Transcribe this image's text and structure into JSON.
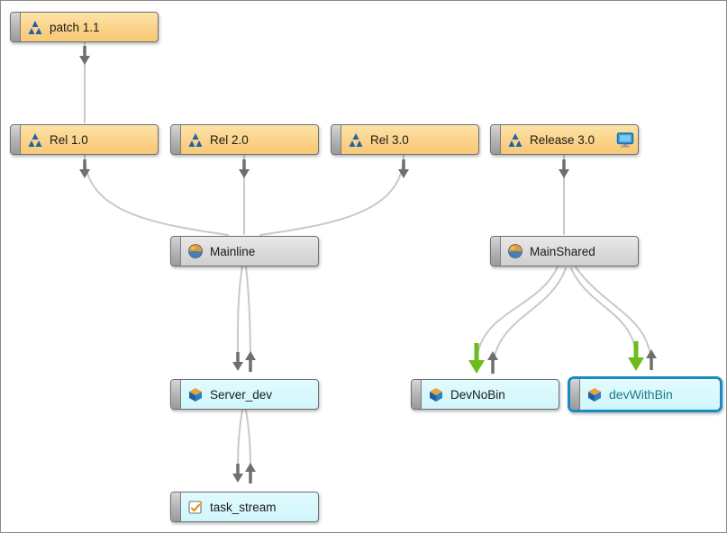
{
  "app": {
    "view": "Perforce stream graph"
  },
  "nodes": {
    "patch11": {
      "label": "patch 1.1",
      "type": "release"
    },
    "rel10": {
      "label": "Rel 1.0",
      "type": "release"
    },
    "rel20": {
      "label": "Rel 2.0",
      "type": "release"
    },
    "rel30": {
      "label": "Rel 3.0",
      "type": "release"
    },
    "release30": {
      "label": "Release 3.0",
      "type": "release",
      "badge": "workspace-monitor"
    },
    "mainline": {
      "label": "Mainline",
      "type": "mainline"
    },
    "mainshared": {
      "label": "MainShared",
      "type": "mainline"
    },
    "serverdev": {
      "label": "Server_dev",
      "type": "development"
    },
    "devnobin": {
      "label": "DevNoBin",
      "type": "development"
    },
    "devwithbin": {
      "label": "devWithBin",
      "type": "development",
      "selected": true
    },
    "taskstream": {
      "label": "task_stream",
      "type": "task"
    }
  },
  "edges": [
    {
      "from": "patch11",
      "to": "rel10",
      "kind": "merge-down"
    },
    {
      "from": "rel10",
      "to": "mainline",
      "kind": "merge-down"
    },
    {
      "from": "rel20",
      "to": "mainline",
      "kind": "merge-down"
    },
    {
      "from": "rel30",
      "to": "mainline",
      "kind": "merge-down"
    },
    {
      "from": "release30",
      "to": "mainshared",
      "kind": "merge-down"
    },
    {
      "from": "mainline",
      "to": "serverdev",
      "kind": "merge-down-copy-up"
    },
    {
      "from": "serverdev",
      "to": "taskstream",
      "kind": "merge-down-copy-up"
    },
    {
      "from": "mainshared",
      "to": "devnobin",
      "kind": "copy-down-green-merge-up"
    },
    {
      "from": "mainshared",
      "to": "devwithbin",
      "kind": "copy-down-green-merge-up"
    }
  ],
  "colors": {
    "release_fill": "#fbd186",
    "mainline_fill": "#d9d9d9",
    "dev_fill": "#cff6fb",
    "node_border": "#6f6f6f",
    "selected_border": "#1b8ac0",
    "selected_text": "#19798c",
    "link_gray": "#c9c9c9",
    "arrow_gray": "#6f6f6f",
    "copy_arrow_green": "#6cbc1e"
  }
}
